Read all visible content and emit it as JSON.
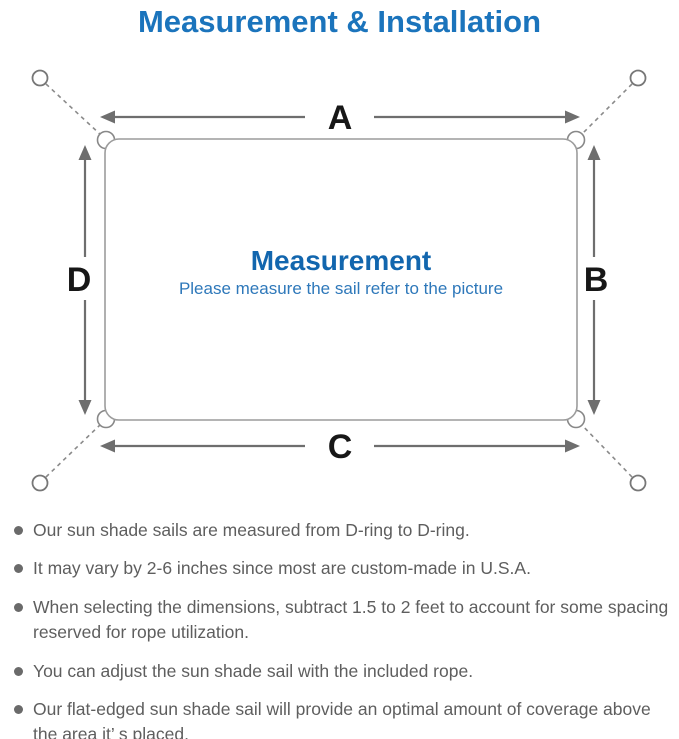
{
  "title": "Measurement & Installation",
  "colors": {
    "title_blue": "#1b74bc",
    "center_title_blue": "#1266ae",
    "center_subtitle_blue": "#2e78ba",
    "sail_outline_gray": "#9c9c9c",
    "arrow_gray": "#6e6e6e",
    "note_text_gray": "#5e5e5e"
  },
  "diagram": {
    "labels": {
      "top": "A",
      "right": "B",
      "bottom": "C",
      "left": "D"
    },
    "center_title": "Measurement",
    "center_subtitle": "Please measure the sail refer to the picture"
  },
  "notes": [
    "Our sun shade sails are measured from D-ring to D-ring.",
    "It may vary by 2-6 inches since most are custom-made in U.S.A.",
    "When selecting the dimensions, subtract 1.5 to 2 feet to account for some spacing reserved for rope utilization.",
    "You can adjust the sun shade sail with the included rope.",
    "Our flat-edged sun shade sail will provide an optimal amount of coverage above the area it’ s placed."
  ]
}
